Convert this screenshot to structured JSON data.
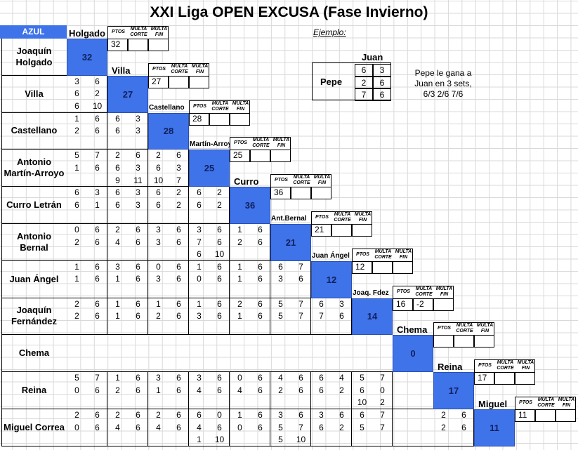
{
  "title": "XXI Liga OPEN EXCUSA (Fase Invierno)",
  "team_label": "AZUL",
  "header_labels": {
    "pts": "PTOS",
    "corte": "MULTA CORTE",
    "fin": "MULTA FIN"
  },
  "players": [
    {
      "row_label": "Joaquín Holgado",
      "short": "Holgado",
      "points": "32",
      "pts_box": "32",
      "corte": "",
      "fin": ""
    },
    {
      "row_label": "Villa",
      "short": "Villa",
      "points": "27",
      "pts_box": "27",
      "corte": "",
      "fin": ""
    },
    {
      "row_label": "Castellano",
      "short": "Castellano",
      "points": "28",
      "pts_box": "28",
      "corte": "",
      "fin": ""
    },
    {
      "row_label": "Antonio Martín-Arroyo",
      "short": "Martín-Arroyo",
      "points": "25",
      "pts_box": "25",
      "corte": "",
      "fin": ""
    },
    {
      "row_label": "Curro Letrán",
      "short": "Curro",
      "points": "36",
      "pts_box": "36",
      "corte": "",
      "fin": ""
    },
    {
      "row_label": "Antonio Bernal",
      "short": "Ant.Bernal",
      "points": "21",
      "pts_box": "21",
      "corte": "",
      "fin": ""
    },
    {
      "row_label": "Juan Ángel",
      "short": "Juan Ángel",
      "points": "12",
      "pts_box": "12",
      "corte": "",
      "fin": ""
    },
    {
      "row_label": "Joaquín Fernández",
      "short": "Joaq. Fdez",
      "points": "14",
      "pts_box": "16",
      "corte": "-2",
      "fin": ""
    },
    {
      "row_label": "Chema",
      "short": "Chema",
      "points": "0",
      "pts_box": "",
      "corte": "",
      "fin": ""
    },
    {
      "row_label": "Reina",
      "short": "Reina",
      "points": "17",
      "pts_box": "17",
      "corte": "",
      "fin": ""
    },
    {
      "row_label": "Miguel Correa",
      "short": "Miguel",
      "points": "11",
      "pts_box": "11",
      "corte": "",
      "fin": ""
    }
  ],
  "scores": [
    [],
    [
      [
        [
          "3",
          "6"
        ],
        [
          "6",
          "2"
        ],
        [
          "6",
          "10"
        ]
      ]
    ],
    [
      [
        [
          "1",
          "6"
        ],
        [
          "2",
          "6"
        ],
        [
          "",
          ""
        ]
      ],
      [
        [
          "6",
          "3"
        ],
        [
          "6",
          "3"
        ],
        [
          "",
          ""
        ]
      ]
    ],
    [
      [
        [
          "5",
          "7"
        ],
        [
          "1",
          "6"
        ],
        [
          "",
          ""
        ]
      ],
      [
        [
          "2",
          "6"
        ],
        [
          "6",
          "3"
        ],
        [
          "9",
          "11"
        ]
      ],
      [
        [
          "2",
          "6"
        ],
        [
          "6",
          "3"
        ],
        [
          "10",
          "7"
        ]
      ]
    ],
    [
      [
        [
          "6",
          "3"
        ],
        [
          "6",
          "1"
        ],
        [
          "",
          ""
        ]
      ],
      [
        [
          "6",
          "3"
        ],
        [
          "6",
          "3"
        ],
        [
          "",
          ""
        ]
      ],
      [
        [
          "6",
          "2"
        ],
        [
          "6",
          "2"
        ],
        [
          "",
          ""
        ]
      ],
      [
        [
          "6",
          "2"
        ],
        [
          "6",
          "2"
        ],
        [
          "",
          ""
        ]
      ]
    ],
    [
      [
        [
          "0",
          "6"
        ],
        [
          "2",
          "6"
        ],
        [
          "",
          ""
        ]
      ],
      [
        [
          "2",
          "6"
        ],
        [
          "4",
          "6"
        ],
        [
          "",
          ""
        ]
      ],
      [
        [
          "3",
          "6"
        ],
        [
          "3",
          "6"
        ],
        [
          "",
          ""
        ]
      ],
      [
        [
          "3",
          "6"
        ],
        [
          "7",
          "6"
        ],
        [
          "6",
          "10"
        ]
      ],
      [
        [
          "1",
          "6"
        ],
        [
          "2",
          "6"
        ],
        [
          "",
          ""
        ]
      ]
    ],
    [
      [
        [
          "1",
          "6"
        ],
        [
          "1",
          "6"
        ],
        [
          "",
          ""
        ]
      ],
      [
        [
          "3",
          "6"
        ],
        [
          "1",
          "6"
        ],
        [
          "",
          ""
        ]
      ],
      [
        [
          "0",
          "6"
        ],
        [
          "3",
          "6"
        ],
        [
          "",
          ""
        ]
      ],
      [
        [
          "1",
          "6"
        ],
        [
          "0",
          "6"
        ],
        [
          "",
          ""
        ]
      ],
      [
        [
          "1",
          "6"
        ],
        [
          "1",
          "6"
        ],
        [
          "",
          ""
        ]
      ],
      [
        [
          "6",
          "7"
        ],
        [
          "3",
          "6"
        ],
        [
          "",
          ""
        ]
      ]
    ],
    [
      [
        [
          "2",
          "6"
        ],
        [
          "2",
          "6"
        ],
        [
          "",
          ""
        ]
      ],
      [
        [
          "1",
          "6"
        ],
        [
          "1",
          "6"
        ],
        [
          "",
          ""
        ]
      ],
      [
        [
          "1",
          "6"
        ],
        [
          "2",
          "6"
        ],
        [
          "",
          ""
        ]
      ],
      [
        [
          "1",
          "6"
        ],
        [
          "3",
          "6"
        ],
        [
          "",
          ""
        ]
      ],
      [
        [
          "2",
          "6"
        ],
        [
          "1",
          "6"
        ],
        [
          "",
          ""
        ]
      ],
      [
        [
          "5",
          "7"
        ],
        [
          "5",
          "7"
        ],
        [
          "",
          ""
        ]
      ],
      [
        [
          "6",
          "3"
        ],
        [
          "7",
          "6"
        ],
        [
          "",
          ""
        ]
      ]
    ],
    [],
    [
      [
        [
          "5",
          "7"
        ],
        [
          "0",
          "6"
        ],
        [
          "",
          ""
        ]
      ],
      [
        [
          "1",
          "6"
        ],
        [
          "2",
          "6"
        ],
        [
          "",
          ""
        ]
      ],
      [
        [
          "3",
          "6"
        ],
        [
          "1",
          "6"
        ],
        [
          "",
          ""
        ]
      ],
      [
        [
          "3",
          "6"
        ],
        [
          "4",
          "6"
        ],
        [
          "",
          ""
        ]
      ],
      [
        [
          "0",
          "6"
        ],
        [
          "4",
          "6"
        ],
        [
          "",
          ""
        ]
      ],
      [
        [
          "4",
          "6"
        ],
        [
          "2",
          "6"
        ],
        [
          "",
          ""
        ]
      ],
      [
        [
          "6",
          "4"
        ],
        [
          "6",
          "2"
        ],
        [
          "",
          ""
        ]
      ],
      [
        [
          "5",
          "7"
        ],
        [
          "6",
          "0"
        ],
        [
          "10",
          "2"
        ]
      ]
    ],
    [
      [
        [
          "2",
          "6"
        ],
        [
          "0",
          "6"
        ],
        [
          "",
          ""
        ]
      ],
      [
        [
          "2",
          "6"
        ],
        [
          "4",
          "6"
        ],
        [
          "",
          ""
        ]
      ],
      [
        [
          "2",
          "6"
        ],
        [
          "4",
          "6"
        ],
        [
          "",
          ""
        ]
      ],
      [
        [
          "6",
          "0"
        ],
        [
          "4",
          "6"
        ],
        [
          "1",
          "10"
        ]
      ],
      [
        [
          "1",
          "6"
        ],
        [
          "0",
          "6"
        ],
        [
          "",
          ""
        ]
      ],
      [
        [
          "3",
          "6"
        ],
        [
          "5",
          "7"
        ],
        [
          "5",
          "10"
        ]
      ],
      [
        [
          "3",
          "6"
        ],
        [
          "6",
          "2"
        ],
        [
          "",
          ""
        ]
      ],
      [
        [
          "6",
          "7"
        ],
        [
          "5",
          "7"
        ],
        [
          "",
          ""
        ]
      ],
      [],
      [
        [
          "2",
          "6"
        ],
        [
          "2",
          "6"
        ],
        [
          "",
          ""
        ]
      ]
    ]
  ],
  "example": {
    "label": "Ejemplo:",
    "col_name": "Juan",
    "row_name": "Pepe",
    "sets": [
      [
        "6",
        "3"
      ],
      [
        "2",
        "6"
      ],
      [
        "7",
        "6"
      ]
    ],
    "note": "Pepe le gana a Juan en 3 sets, 6/3 2/6 7/6"
  }
}
